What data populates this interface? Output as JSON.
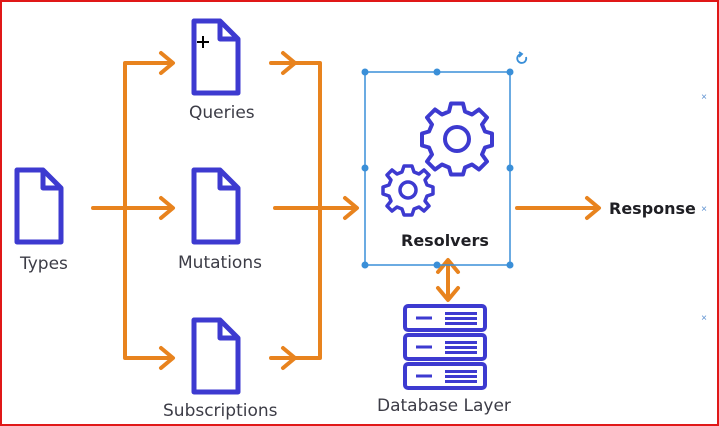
{
  "nodes": {
    "types": "Types",
    "queries": "Queries",
    "mutations": "Mutations",
    "subscriptions": "Subscriptions",
    "resolvers": "Resolvers",
    "database": "Database Layer",
    "response": "Response"
  },
  "colors": {
    "icon": "#3d3ad0",
    "arrow": "#e8831e",
    "selection": "#3a8fd8",
    "frame": "#e01818"
  },
  "icons": [
    "document-icon",
    "gear-icon",
    "server-icon",
    "rotate-icon"
  ]
}
